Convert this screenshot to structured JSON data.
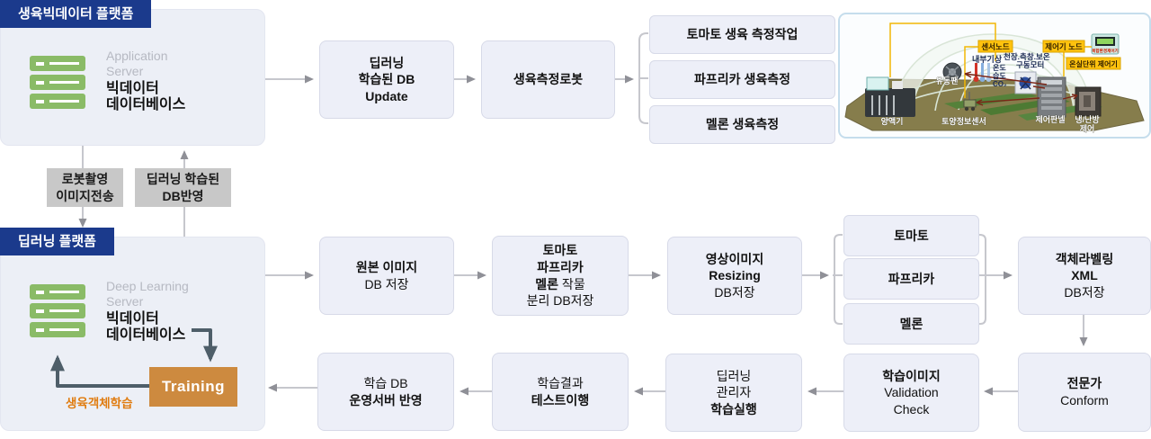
{
  "colors": {
    "navy": "#1b3a8c",
    "box_fill": "#edeff8",
    "panel_fill": "#eceff6",
    "training_orange": "#cd8a3f",
    "orange_text": "#e07c10",
    "server_green": "#8abb67",
    "tag_gray": "#c8c8c8",
    "arrow_gray": "#c6c7cd",
    "dark_arrow": "#4e5e69",
    "label_yellow": "#ffc20e"
  },
  "platform_top": {
    "header": "생육빅데이터 플랫폼",
    "server_type_1": "Application",
    "server_type_2": "Server",
    "server_name_1": "빅데이터",
    "server_name_2": "데이터베이스"
  },
  "platform_bottom": {
    "header": "딥러닝 플랫폼",
    "server_type_1": "Deep Learning",
    "server_type_2": "Server",
    "server_name_1": "빅데이터",
    "server_name_2": "데이터베이스",
    "training_label": "Training",
    "loop_label": "생육객체학습"
  },
  "tags": {
    "robot_upload_1": "로봇촬영",
    "robot_upload_2": "이미지전송",
    "db_feedback_1": "딥러닝 학습된",
    "db_feedback_2": "DB반영"
  },
  "flow": {
    "db_update": {
      "l1": "딥러닝",
      "l2": "학습된 DB",
      "l3": "Update"
    },
    "robot": {
      "l1": "생육측정로봇"
    },
    "measure_tomato": {
      "l1": "토마토 생육 측정작업"
    },
    "measure_paprika": {
      "l1": "파프리카 생육측정"
    },
    "measure_melon": {
      "l1": "멜론 생육측정"
    },
    "original": {
      "l1": "원본 이미지",
      "l2": "DB 저장"
    },
    "separate": {
      "l1": "토마토",
      "l2": "파프리카",
      "l3a": "멜론",
      "l3b": " 작물",
      "l4": "분리 DB저장"
    },
    "resizing": {
      "l1": "영상이미지",
      "l2": "Resizing",
      "l3": "DB저장"
    },
    "crop_tomato": {
      "l1": "토마토"
    },
    "crop_paprika": {
      "l1": "파프리카"
    },
    "crop_melon": {
      "l1": "멜론"
    },
    "labeling": {
      "l1": "객체라벨링",
      "l2": "XML",
      "l3": "DB저장"
    },
    "expert": {
      "l1": "전문가",
      "l2": "Conform"
    },
    "validation": {
      "l1": "학습이미지",
      "l2": "Validation",
      "l3": "Check"
    },
    "train_run": {
      "l1": "딥러닝",
      "l2": "관리자",
      "l3": "학습실행"
    },
    "test": {
      "l1": "학습결과",
      "l2": "테스트이행"
    },
    "deploy": {
      "l1": "학습 DB",
      "l2": "운영서버 반영"
    }
  },
  "greenhouse": {
    "sensor_node": "센서노드",
    "controller_node": "제어기 노드",
    "unit_controller": "온실단위 제어기",
    "device_caption": "복합환경제어기",
    "indoor_weather": "내부기상",
    "motor_line1": "천장.측창.보온",
    "motor_line2": "구동모터",
    "temp": "온도",
    "humidity": "습도",
    "co2": "CO₂",
    "fan": "유동팬",
    "nutrient": "양액기",
    "soil_sensor": "토양정보센서",
    "control_panel": "제어판넬",
    "hvac_line1": "냉/난방",
    "hvac_line2": "제어"
  }
}
